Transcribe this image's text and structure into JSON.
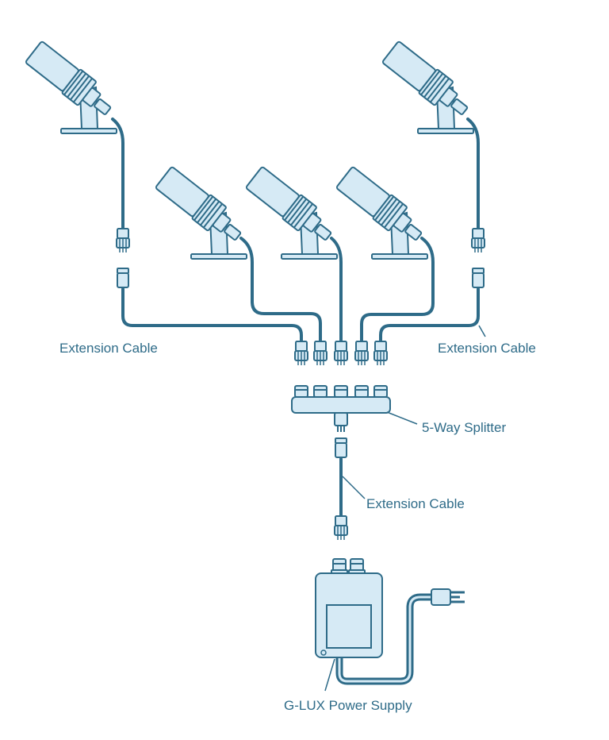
{
  "labels": {
    "ext_left": "Extension Cable",
    "ext_right": "Extension Cable",
    "splitter": "5-Way Splitter",
    "ext_lower": "Extension Cable",
    "power_supply": "G-LUX Power Supply"
  },
  "colors": {
    "outline": "#2e6b88",
    "fill": "#d6eaf5",
    "cable": "#2e6b88",
    "text": "#2e6b88"
  },
  "icons": {
    "spotlight": "spotlight-icon",
    "connector": "connector-icon",
    "splitter": "splitter-icon",
    "power_supply": "power-supply-icon",
    "plug": "power-plug-icon"
  }
}
